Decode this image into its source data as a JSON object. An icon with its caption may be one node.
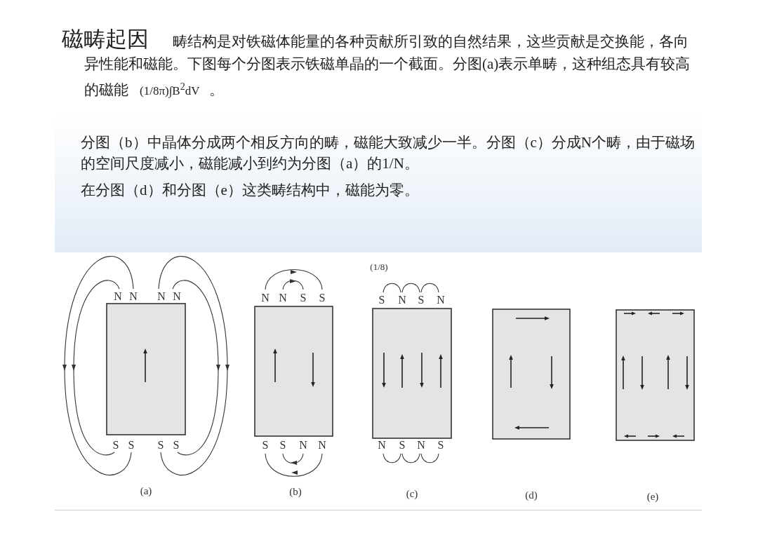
{
  "diagram": {
    "title": "磁畴起因",
    "labels": [
      "畴结构是对铁磁体能量的各种贡献所引致的自然结果，这些贡献是交换能，各向异性能和磁能。下图每个分图表示铁磁单晶的一个截面。分图(a)表示单畴，这种组态具有较高的磁能",
      "(1/8π)∫B$^{2}$dV",
      "。",
      "分图（b）中晶体分成两个相反方向的畴，磁能大致减少一半。分图（c）分成N个畴，由于磁场的空间尺度减小，磁能减小到约为分图（a）的1/N。",
      "在分图（d）和分图（e）这类畴结构中，磁能为零。",
      "(1/8)",
      "N",
      "N",
      "N",
      "N",
      "N",
      "N",
      "S",
      "S",
      "S",
      "N",
      "S",
      "N",
      "S",
      "S",
      "S",
      "S",
      "S",
      "S",
      "N",
      "N",
      "N",
      "S",
      "N",
      "S",
      "(a)",
      "(b)",
      "(c)",
      "(d)",
      "(e)"
    ]
  }
}
